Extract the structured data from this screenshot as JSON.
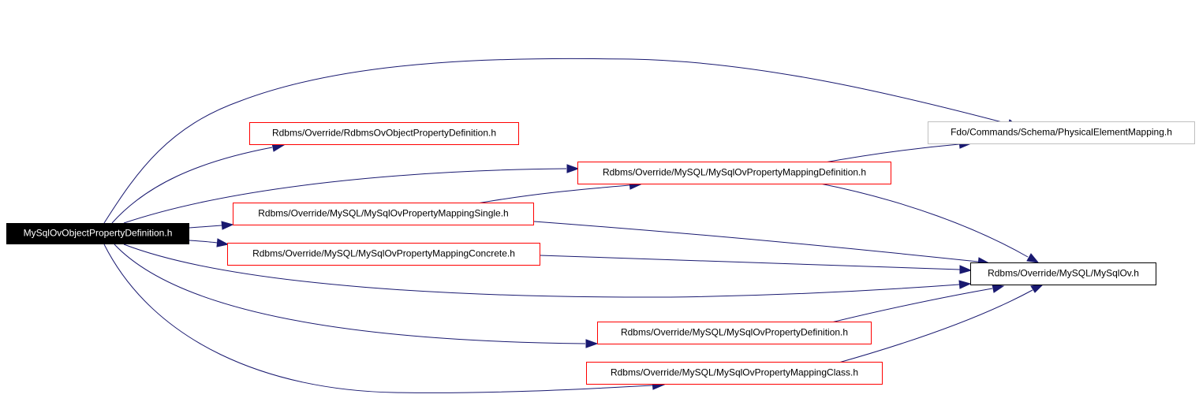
{
  "diagram": {
    "colors": {
      "edge": "#191970",
      "focus_fill": "#000000",
      "focus_text": "#ffffff",
      "linked_border": "#ff0000",
      "external_border": "#bfbfbf",
      "plain_border": "#000000",
      "text": "#000000"
    },
    "nodes": {
      "main": {
        "label": "MySqlOvObjectPropertyDefinition.h"
      },
      "rdbms_obj": {
        "label": "Rdbms/Override/RdbmsOvObjectPropertyDefinition.h"
      },
      "mapping_def": {
        "label": "Rdbms/Override/MySQL/MySqlOvPropertyMappingDefinition.h"
      },
      "mapping_single": {
        "label": "Rdbms/Override/MySQL/MySqlOvPropertyMappingSingle.h"
      },
      "mapping_concrete": {
        "label": "Rdbms/Override/MySQL/MySqlOvPropertyMappingConcrete.h"
      },
      "physical": {
        "label": "Fdo/Commands/Schema/PhysicalElementMapping.h"
      },
      "mysqlov": {
        "label": "Rdbms/Override/MySQL/MySqlOv.h"
      },
      "prop_def": {
        "label": "Rdbms/Override/MySQL/MySqlOvPropertyDefinition.h"
      },
      "mapping_class": {
        "label": "Rdbms/Override/MySQL/MySqlOvPropertyMappingClass.h"
      }
    }
  }
}
